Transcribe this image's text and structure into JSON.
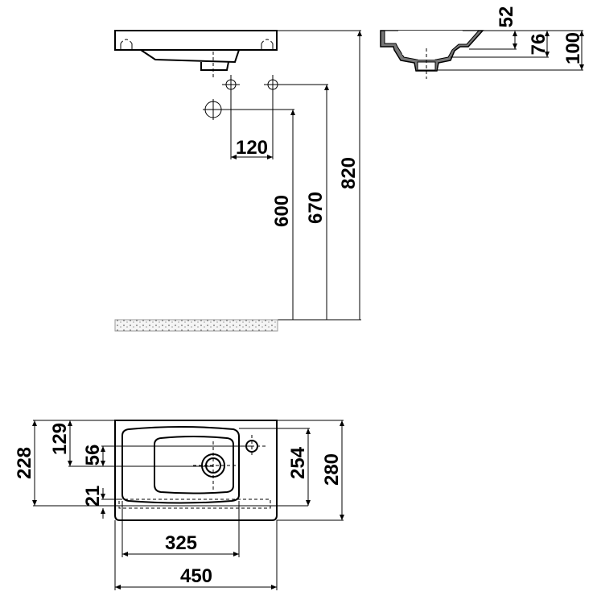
{
  "dimensions": {
    "tap_spacing": "120",
    "drain_height": "600",
    "tap_height": "670",
    "top_height": "820",
    "overflow_depth": "52",
    "bowl_depth": "76",
    "total_depth": "100",
    "drain_from_back": "228",
    "drain_offset_back": "129",
    "tap_to_drain": "56",
    "front_offset": "21",
    "bowl_depth_plan": "254",
    "total_width": "280",
    "bowl_length": "325",
    "total_length": "450"
  }
}
